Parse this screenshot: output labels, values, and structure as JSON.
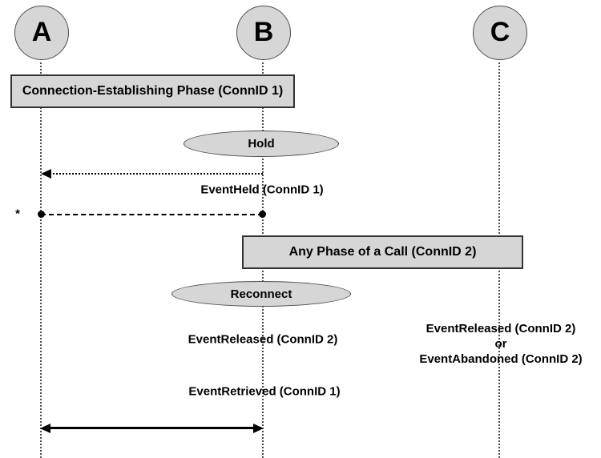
{
  "colors": {
    "background": "#ffffff",
    "shape_fill": "#d6d6d6",
    "shape_border": "#4c4c4c",
    "box_border": "#333333",
    "line": "#000000"
  },
  "actors": [
    {
      "label": "A"
    },
    {
      "label": "B"
    },
    {
      "label": "C"
    }
  ],
  "phases": [
    {
      "label": "Connection-Establishing Phase (ConnID 1)"
    },
    {
      "label": "Any Phase of a Call (ConnID 2)"
    }
  ],
  "actions": [
    {
      "label": "Hold"
    },
    {
      "label": "Reconnect"
    }
  ],
  "events": {
    "held": {
      "label": "EventHeld (ConnID 1)"
    },
    "released_b": {
      "label": "EventReleased (ConnID 2)"
    },
    "released_or_abandoned_c": {
      "lines": [
        "EventReleased (ConnID 2)",
        "or",
        "EventAbandoned (ConnID 2)"
      ]
    },
    "retrieved": {
      "label": "EventRetrieved (ConnID 1)"
    }
  },
  "annotations": {
    "asterisk": "*"
  }
}
